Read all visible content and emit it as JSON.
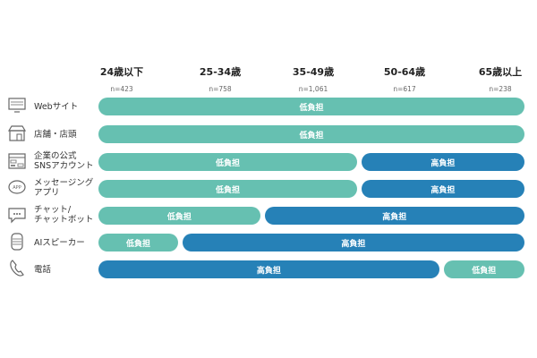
{
  "chart_data": {
    "type": "bar",
    "title": "",
    "colors": {
      "low": "#66c0b1",
      "high": "#2681b7"
    },
    "age_groups": [
      {
        "label": "24歳以下",
        "n": "n=423"
      },
      {
        "label": "25-34歳",
        "n": "n=758"
      },
      {
        "label": "35-49歳",
        "n": "n=1,061"
      },
      {
        "label": "50-64歳",
        "n": "n=617"
      },
      {
        "label": "65歳以上",
        "n": "n=238"
      }
    ],
    "rows": [
      {
        "label": [
          "Webサイト"
        ],
        "icon": "monitor-icon",
        "segments": [
          {
            "type": "low",
            "text": "低負担",
            "start": 0,
            "end": 1
          }
        ]
      },
      {
        "label": [
          "店舗・店頭"
        ],
        "icon": "store-icon",
        "segments": [
          {
            "type": "low",
            "text": "低負担",
            "start": 0,
            "end": 1
          }
        ]
      },
      {
        "label": [
          "企業の公式",
          "SNSアカウント"
        ],
        "icon": "social-page-icon",
        "segments": [
          {
            "type": "low",
            "text": "低負担",
            "start": 0,
            "end": 0.607
          },
          {
            "type": "high",
            "text": "高負担",
            "start": 0.617,
            "end": 1
          }
        ]
      },
      {
        "label": [
          "メッセージング",
          "アプリ"
        ],
        "icon": "app-bubble-icon",
        "segments": [
          {
            "type": "low",
            "text": "低負担",
            "start": 0,
            "end": 0.607
          },
          {
            "type": "high",
            "text": "高負担",
            "start": 0.617,
            "end": 1
          }
        ]
      },
      {
        "label": [
          "チャット/",
          "チャットボット"
        ],
        "icon": "chat-icon",
        "segments": [
          {
            "type": "low",
            "text": "低負担",
            "start": 0,
            "end": 0.38
          },
          {
            "type": "high",
            "text": "高負担",
            "start": 0.39,
            "end": 1
          }
        ]
      },
      {
        "label": [
          "AIスピーカー"
        ],
        "icon": "smart-speaker-icon",
        "segments": [
          {
            "type": "low",
            "text": "低負担",
            "start": 0,
            "end": 0.187
          },
          {
            "type": "high",
            "text": "高負担",
            "start": 0.197,
            "end": 1
          }
        ]
      },
      {
        "label": [
          "電話"
        ],
        "icon": "phone-icon",
        "segments": [
          {
            "type": "high",
            "text": "高負担",
            "start": 0,
            "end": 0.8
          },
          {
            "type": "low",
            "text": "低負担",
            "start": 0.81,
            "end": 1
          }
        ]
      }
    ]
  }
}
